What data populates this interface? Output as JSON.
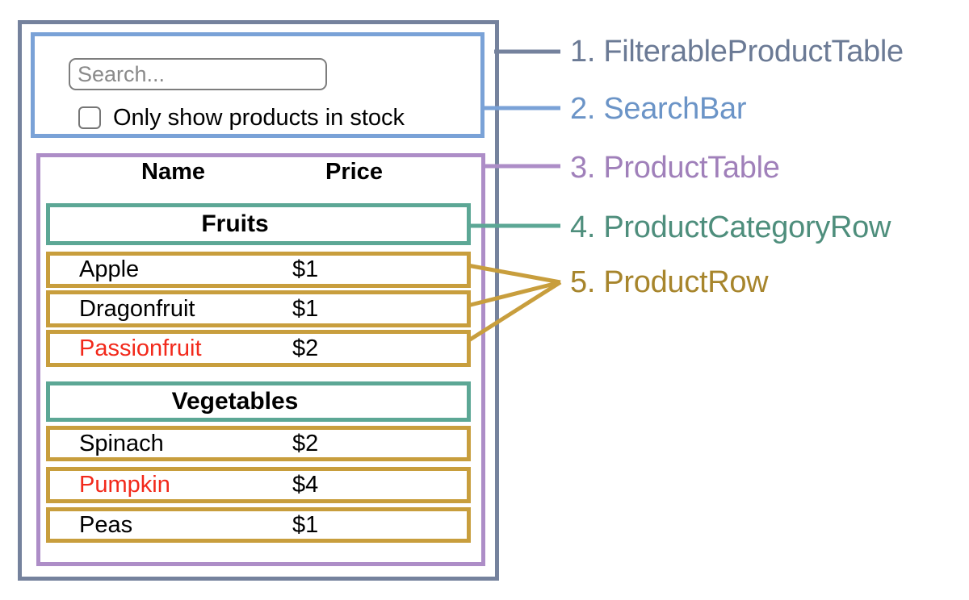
{
  "colors": {
    "slate_border": "#75829d",
    "slate_text": "#6b7a95",
    "blue_border": "#7aa2d7",
    "blue_text": "#6b94c7",
    "purple_border": "#ad8dc7",
    "purple_text": "#a080ba",
    "teal_border": "#5ca795",
    "teal_text": "#4e8e7c",
    "gold_border": "#c89e3d",
    "gold_text": "#a7852c",
    "out_of_stock_red": "#f2291b"
  },
  "search_bar": {
    "placeholder": "Search...",
    "checkbox_label": "Only show products in stock",
    "checkbox_checked": false
  },
  "table": {
    "headers": {
      "name": "Name",
      "price": "Price"
    },
    "sections": [
      {
        "category": "Fruits",
        "rows": [
          {
            "name": "Apple",
            "price": "$1",
            "out_of_stock": false
          },
          {
            "name": "Dragonfruit",
            "price": "$1",
            "out_of_stock": false
          },
          {
            "name": "Passionfruit",
            "price": "$2",
            "out_of_stock": true
          }
        ]
      },
      {
        "category": "Vegetables",
        "rows": [
          {
            "name": "Spinach",
            "price": "$2",
            "out_of_stock": false
          },
          {
            "name": "Pumpkin",
            "price": "$4",
            "out_of_stock": true
          },
          {
            "name": "Peas",
            "price": "$1",
            "out_of_stock": false
          }
        ]
      }
    ]
  },
  "legend": [
    {
      "text": "1. FilterableProductTable"
    },
    {
      "text": "2. SearchBar"
    },
    {
      "text": "3. ProductTable"
    },
    {
      "text": "4. ProductCategoryRow"
    },
    {
      "text": "5. ProductRow"
    }
  ]
}
